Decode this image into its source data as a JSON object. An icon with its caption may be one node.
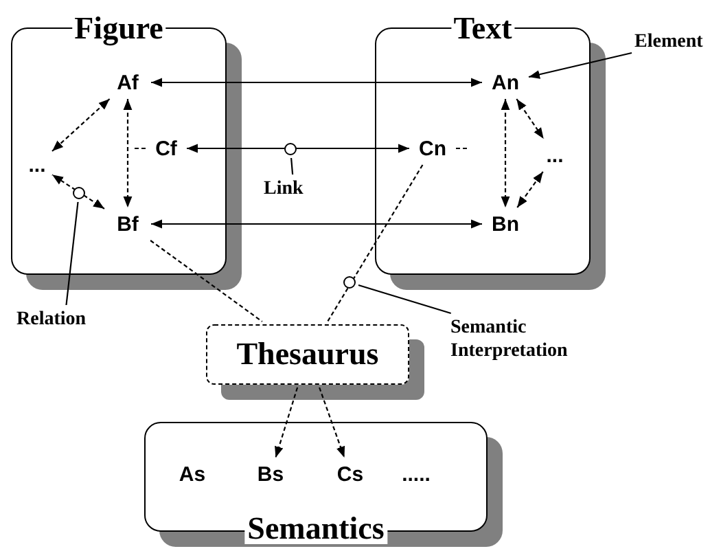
{
  "diagram": {
    "nodes": [
      {
        "text": [
          "Figure"
        ]
      },
      {
        "text": [
          "Af"
        ],
        "in": 0
      },
      {
        "text": [
          "Cf"
        ],
        "in": 0
      },
      {
        "text": [
          "Bf"
        ],
        "in": 0
      },
      {
        "text": [
          "..."
        ],
        "in": 0
      },
      {
        "text": [
          "Text"
        ]
      },
      {
        "text": [
          "An"
        ],
        "in": 5
      },
      {
        "text": [
          "Cn"
        ],
        "in": 5
      },
      {
        "text": [
          "Bn"
        ],
        "in": 5
      },
      {
        "text": [
          "..."
        ],
        "in": 5
      },
      {
        "text": [
          "Thesaurus"
        ]
      },
      {
        "text": [
          "Semantics"
        ]
      },
      {
        "text": [
          "As"
        ],
        "in": 11
      },
      {
        "text": [
          "Bs"
        ],
        "in": 11
      },
      {
        "text": [
          "Cs"
        ],
        "in": 11
      },
      {
        "text": [
          "....."
        ],
        "in": 11
      },
      {
        "text": [
          "Element"
        ]
      },
      {
        "text": [
          "Link"
        ]
      },
      {
        "text": [
          "Relation"
        ]
      },
      {
        "text": [
          "Semantic Interpretation"
        ]
      },
      {
        "text": [],
        "shape": "circle"
      },
      {
        "text": [],
        "shape": "circle",
        "in": 0
      },
      {
        "text": [],
        "shape": "circle"
      }
    ],
    "edges": [
      {
        "from": 1,
        "to": 6,
        "arrow": "both"
      },
      {
        "from": 2,
        "to": 7,
        "arrow": "both"
      },
      {
        "from": 3,
        "to": 8,
        "arrow": "both"
      },
      {
        "from": 1,
        "to": 4,
        "arrow": "both",
        "style": "dashed"
      },
      {
        "from": 3,
        "to": 4,
        "arrow": "both",
        "style": "dashed"
      },
      {
        "from": 1,
        "to": 3,
        "arrow": "both",
        "style": "dashed"
      },
      {
        "from": 2,
        "to": null,
        "arrow": "none",
        "style": "dashed"
      },
      {
        "from": 6,
        "to": 9,
        "arrow": "both",
        "style": "dashed"
      },
      {
        "from": 8,
        "to": 9,
        "arrow": "both",
        "style": "dashed"
      },
      {
        "from": 6,
        "to": 8,
        "arrow": "both",
        "style": "dashed"
      },
      {
        "from": 7,
        "to": null,
        "arrow": "none",
        "style": "dashed"
      },
      {
        "from": 3,
        "to": 10,
        "arrow": "none",
        "style": "dashed"
      },
      {
        "from": 7,
        "to": 10,
        "arrow": "none",
        "style": "dashed"
      },
      {
        "from": 10,
        "to": 13,
        "arrow": "to",
        "style": "dashed"
      },
      {
        "from": 10,
        "to": 14,
        "arrow": "to",
        "style": "dashed"
      },
      {
        "from": 16,
        "to": 6,
        "arrow": "to"
      },
      {
        "from": 17,
        "to": 20,
        "arrow": "none"
      },
      {
        "from": 18,
        "to": 21,
        "arrow": "none"
      },
      {
        "from": 19,
        "to": 22,
        "arrow": "none"
      }
    ]
  }
}
